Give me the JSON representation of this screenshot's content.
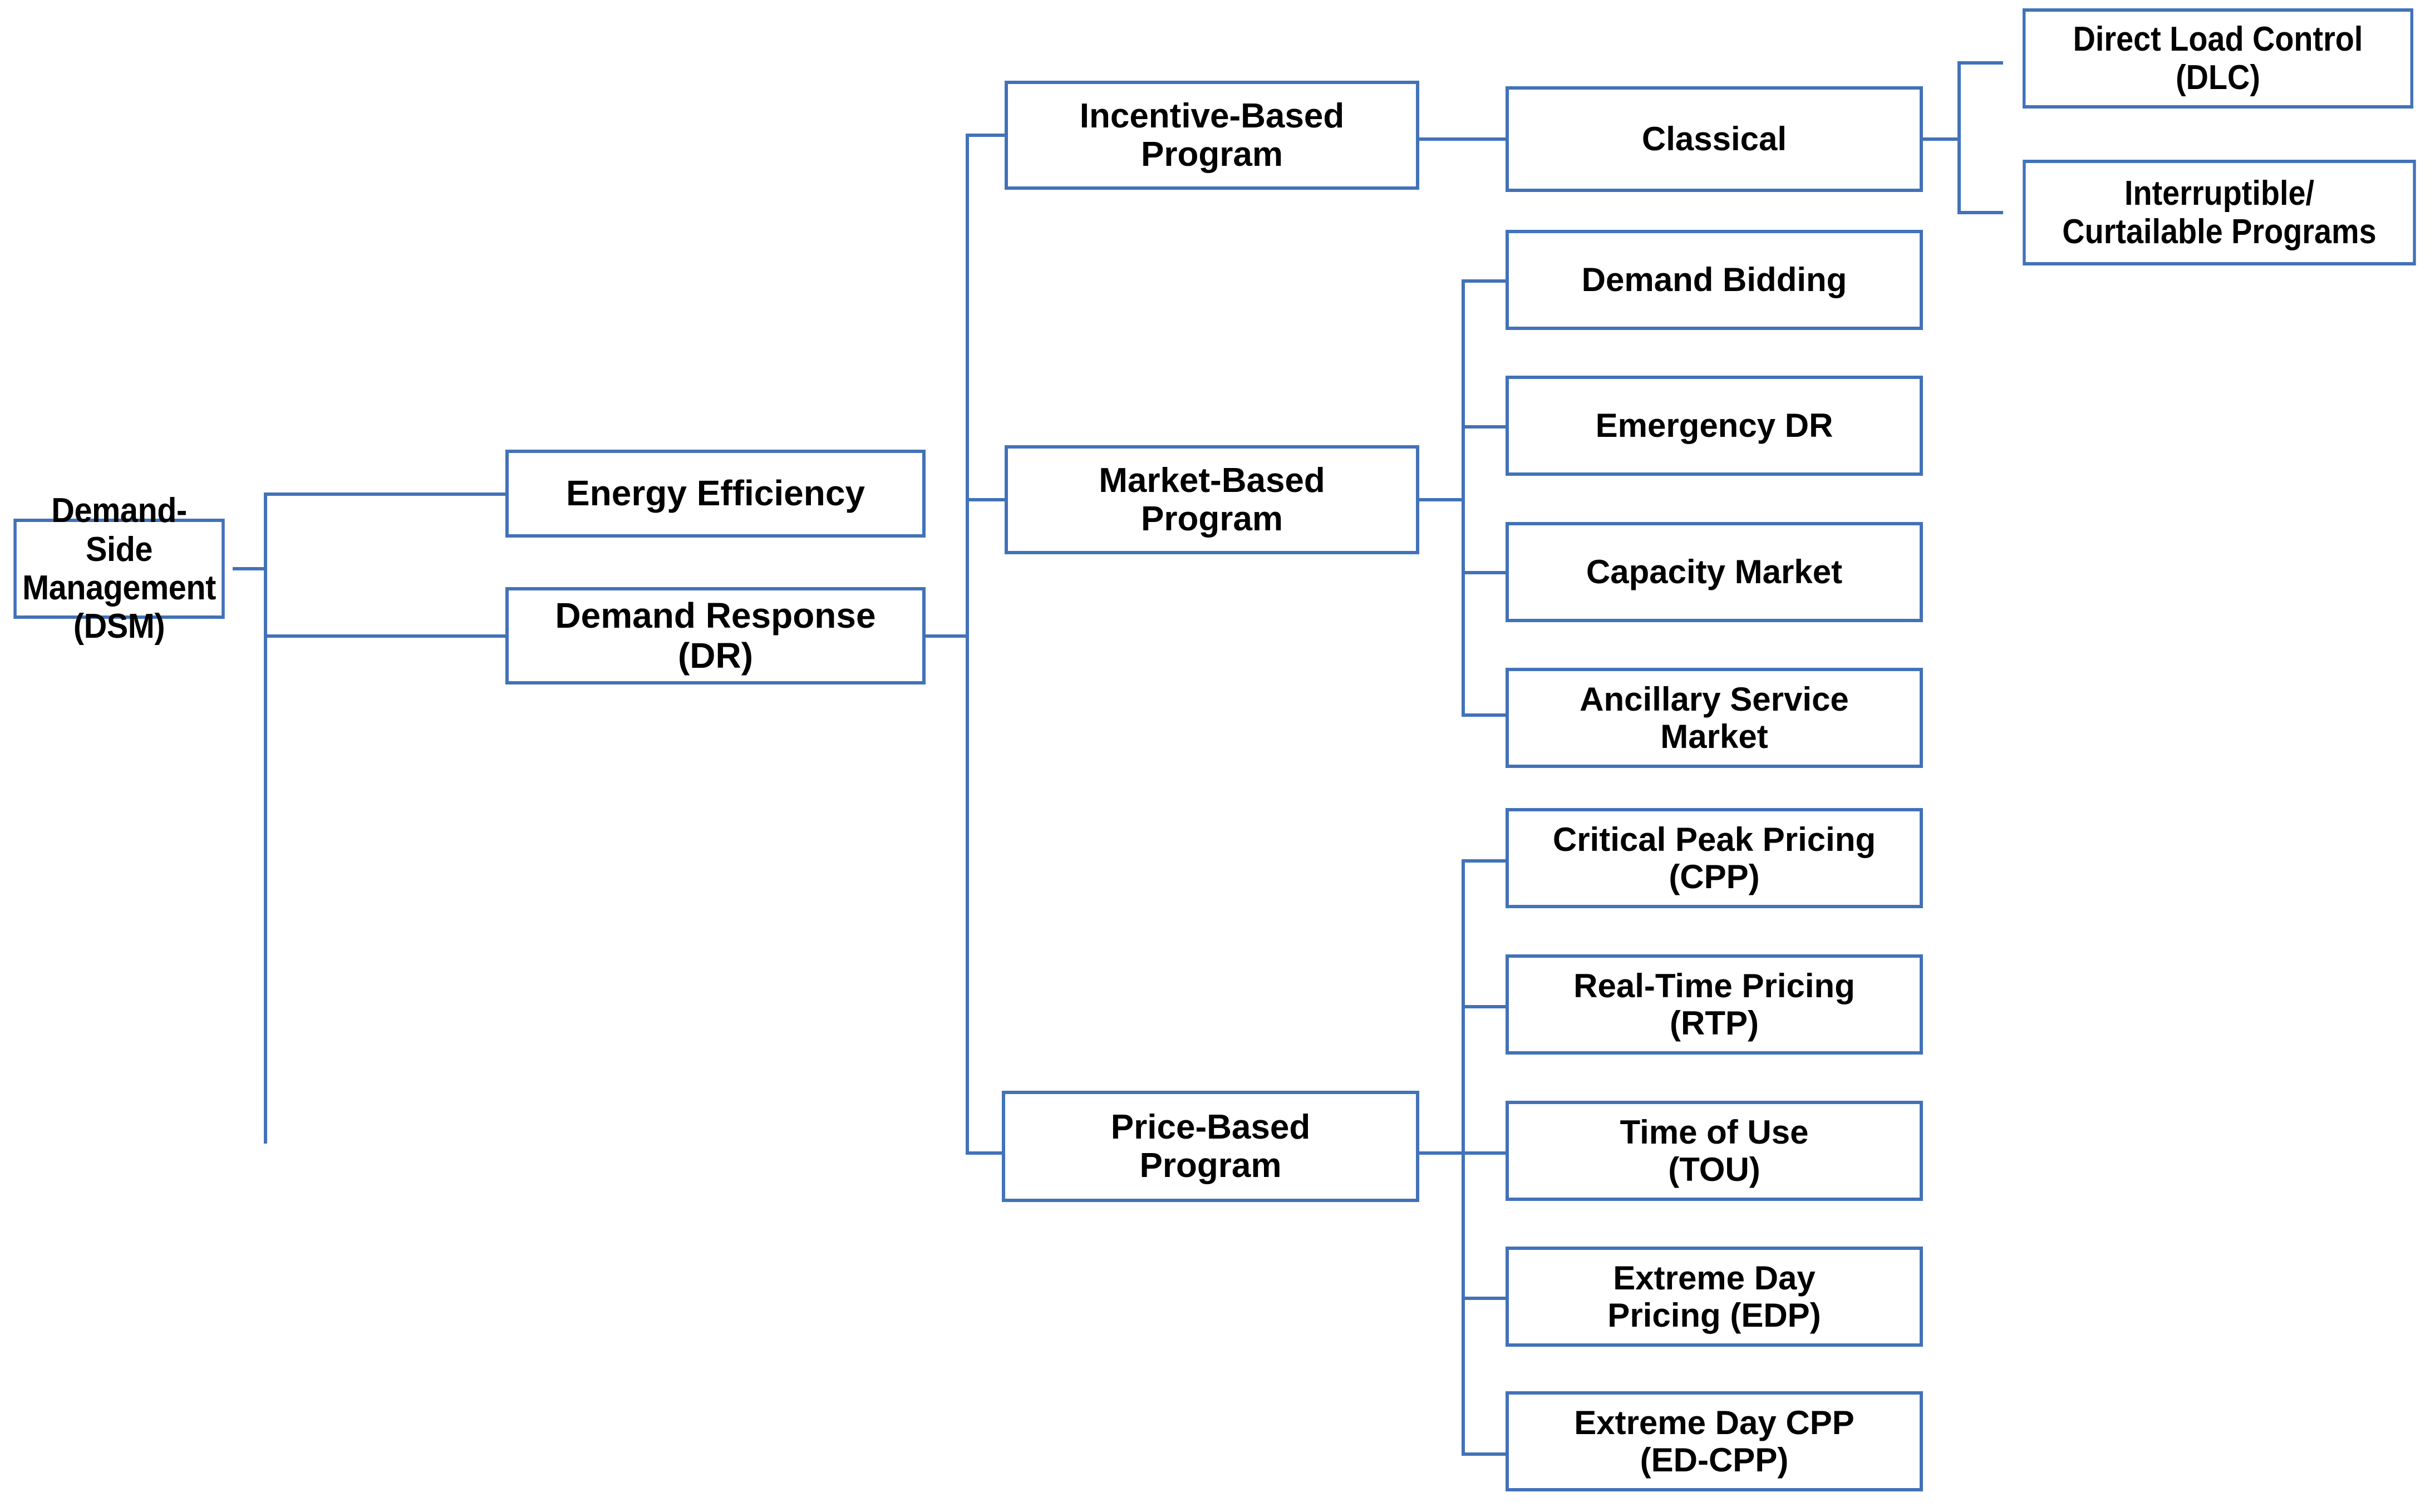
{
  "diagram": {
    "title": "Demand-Side Management (DSM) classification tree",
    "accent_color": "#4272b8",
    "text_color": "#000000",
    "background_color": "#ffffff"
  },
  "nodes": {
    "root": {
      "label": "Demand-Side\nManagement (DSM)"
    },
    "level2": [
      {
        "label": "Energy Efficiency"
      },
      {
        "label": "Demand Response\n(DR)"
      }
    ],
    "level3": [
      {
        "label": "Incentive-Based\nProgram"
      },
      {
        "label": "Market-Based\nProgram"
      },
      {
        "label": "Price-Based\nProgram"
      }
    ],
    "incentive_children": [
      {
        "label": "Classical"
      }
    ],
    "classical_children": [
      {
        "label": "Direct Load Control\n(DLC)"
      },
      {
        "label": "Interruptible/\nCurtailable Programs"
      }
    ],
    "market_children": [
      {
        "label": "Demand Bidding"
      },
      {
        "label": "Emergency DR"
      },
      {
        "label": "Capacity Market"
      },
      {
        "label": "Ancillary Service\nMarket"
      }
    ],
    "price_children": [
      {
        "label": "Critical Peak Pricing\n(CPP)"
      },
      {
        "label": "Real-Time Pricing\n(RTP)"
      },
      {
        "label": "Time of Use\n(TOU)"
      },
      {
        "label": "Extreme Day\nPricing (EDP)"
      },
      {
        "label": "Extreme Day CPP\n(ED-CPP)"
      }
    ]
  }
}
